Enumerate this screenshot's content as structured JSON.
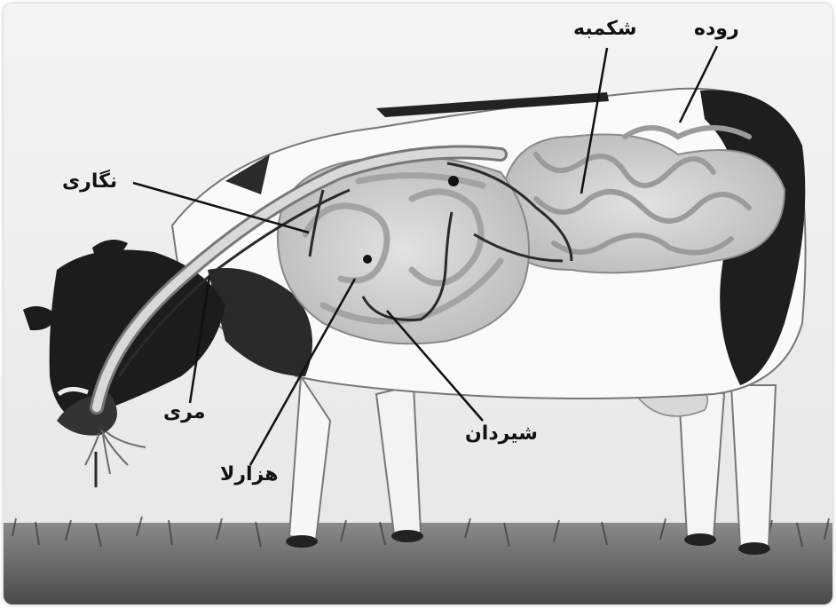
{
  "labels": {
    "intestine": "روده",
    "rumen": "شکمبه",
    "reticulum": "نگاری",
    "esophagus": "مری",
    "omasum": "هزارلا",
    "abomasum": "شیردان"
  }
}
